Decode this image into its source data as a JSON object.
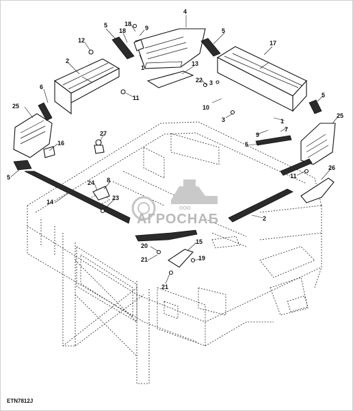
{
  "diagram": {
    "drawing_code": "ETN7812J",
    "watermark": {
      "brand": "АГРОСНАБ",
      "sub": "ООО"
    },
    "callouts": {
      "c1a": "1",
      "c1b": "1",
      "c2a": "2",
      "c2b": "2",
      "c3a": "3",
      "c3b": "3",
      "c4": "4",
      "c5a": "5",
      "c5b": "5",
      "c5c": "5",
      "c5d": "5",
      "c5e": "5",
      "c6": "6",
      "c7": "7",
      "c8": "8",
      "c9a": "9",
      "c9b": "9",
      "c10": "10",
      "c11a": "11",
      "c11b": "11",
      "c12": "12",
      "c13": "13",
      "c14": "14",
      "c15": "15",
      "c16": "16",
      "c17": "17",
      "c18a": "18",
      "c18b": "18",
      "c19": "19",
      "c20": "20",
      "c21a": "21",
      "c21b": "21",
      "c22": "22",
      "c23": "23",
      "c24": "24",
      "c25a": "25",
      "c25b": "25",
      "c26": "26",
      "c27": "27"
    }
  }
}
